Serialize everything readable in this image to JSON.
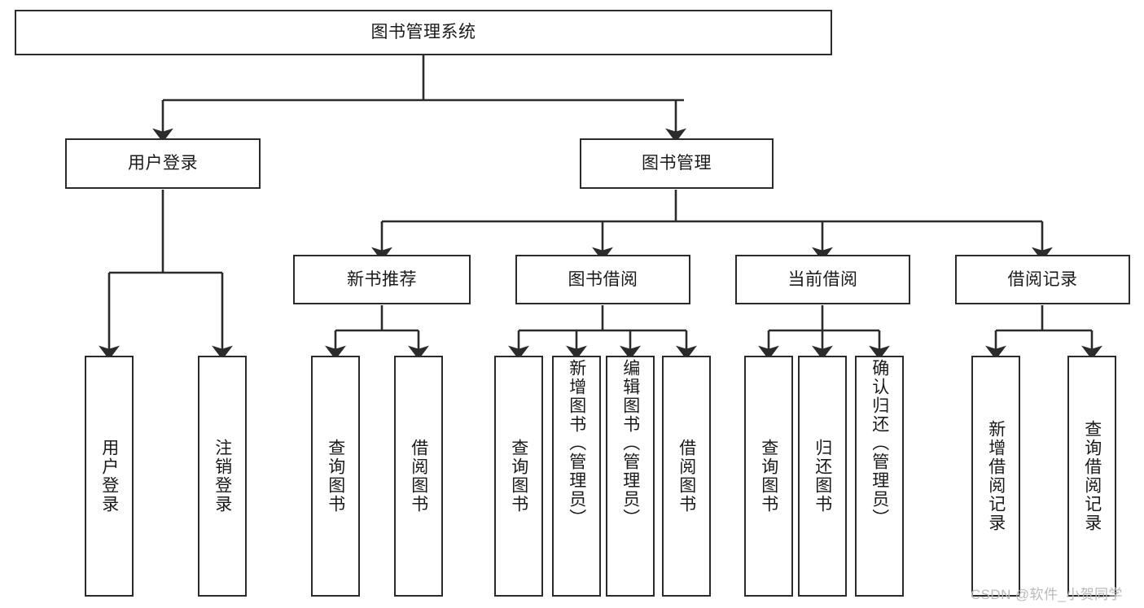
{
  "diagram": {
    "title": "图书管理系统",
    "type": "tree-hierarchy-chart",
    "colors": {
      "box_border": "#2b2b2b",
      "box_fill": "#ffffff",
      "connector": "#2b2b2b",
      "text": "#1a1a1a",
      "watermark": "#b9b9b9",
      "background": "#ffffff"
    },
    "root": {
      "label": "图书管理系统"
    },
    "level2": [
      {
        "label": "用户登录"
      },
      {
        "label": "图书管理"
      }
    ],
    "level3": [
      {
        "label": "新书推荐"
      },
      {
        "label": "图书借阅"
      },
      {
        "label": "当前借阅"
      },
      {
        "label": "借阅记录"
      }
    ],
    "leaves": {
      "user_login": [
        {
          "label": "用户登录"
        },
        {
          "label": "注销登录"
        }
      ],
      "new_book_recommend": [
        {
          "label": "查询图书"
        },
        {
          "label": "借阅图书"
        }
      ],
      "book_borrow": [
        {
          "label": "查询图书"
        },
        {
          "label": "新增图书（管理员）"
        },
        {
          "label": "编辑图书（管理员）"
        },
        {
          "label": "借阅图书"
        }
      ],
      "current_borrow": [
        {
          "label": "查询图书"
        },
        {
          "label": "归还图书"
        },
        {
          "label": "确认归还（管理员）"
        }
      ],
      "borrow_records": [
        {
          "label": "新增借阅记录"
        },
        {
          "label": "查询借阅记录"
        }
      ]
    }
  },
  "watermark": {
    "text": "CSDN @软件_小贺同学"
  }
}
